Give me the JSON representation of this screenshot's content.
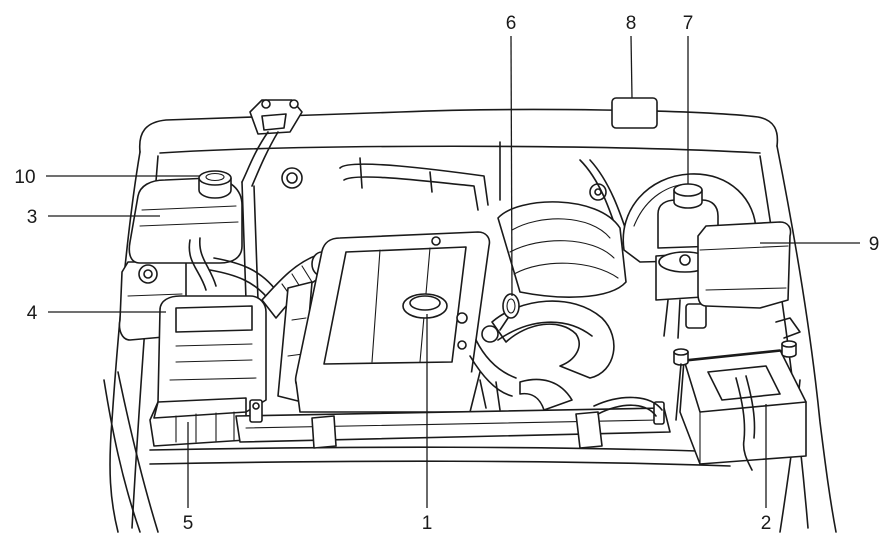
{
  "callouts": [
    {
      "label": "1"
    },
    {
      "label": "2"
    },
    {
      "label": "3"
    },
    {
      "label": "4"
    },
    {
      "label": "5"
    },
    {
      "label": "6"
    },
    {
      "label": "7"
    },
    {
      "label": "8"
    },
    {
      "label": "9"
    },
    {
      "label": "10"
    }
  ],
  "colors": {
    "line": "#1a1a1a",
    "fill": "#ffffff",
    "background": "#ffffff"
  }
}
